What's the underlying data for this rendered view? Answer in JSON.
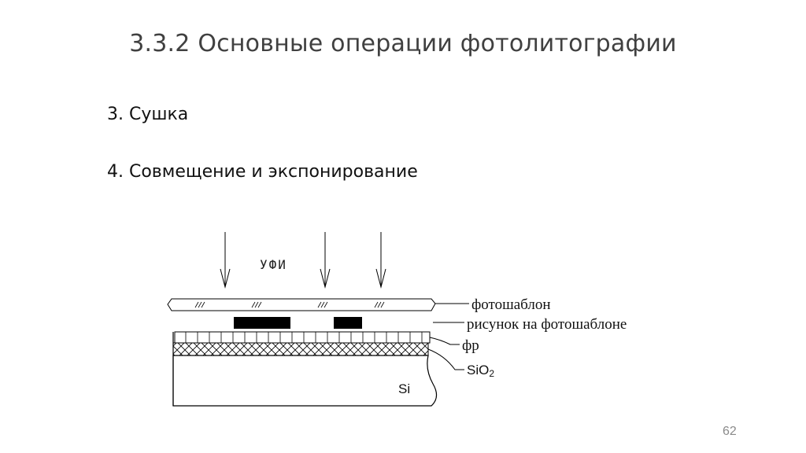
{
  "slide": {
    "title": "3.3.2 Основные операции фотолитографии",
    "items": [
      "3. Сушка",
      "4. Совмещение и экспонирование"
    ],
    "page_number": "62"
  },
  "diagram": {
    "radiation_label": "УФИ",
    "labels": {
      "photomask": "фотошаблон",
      "mask_pattern": "рисунок на фотошаблоне",
      "photoresist": "фр",
      "oxide_base": "SiO",
      "oxide_sub": "2",
      "substrate": "Si"
    }
  }
}
